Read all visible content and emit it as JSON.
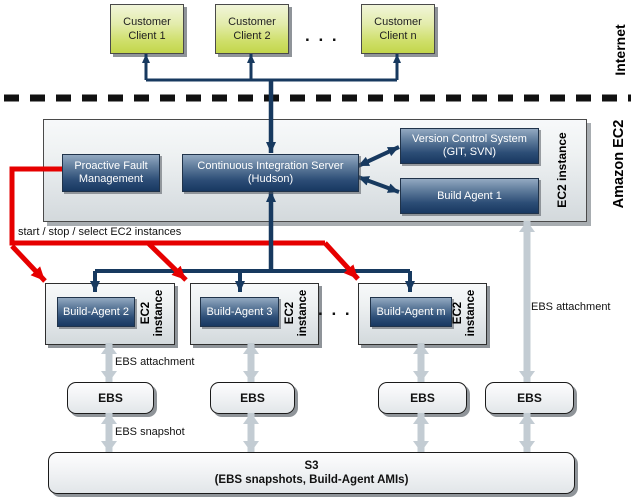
{
  "zones": {
    "internet_label": "Internet",
    "amazon_ec2_label": "Amazon EC2"
  },
  "customer_clients": [
    {
      "label": "Customer\nClient 1"
    },
    {
      "label": "Customer\nClient 2"
    },
    {
      "label": "Customer\nClient n"
    }
  ],
  "clients_ellipsis": ". . .",
  "ec2_main": {
    "proactive_fault_management": "Proactive Fault\nManagement",
    "ci_server": "Continuous Integration Server\n(Hudson)",
    "version_control": "Version Control System\n(GIT, SVN)",
    "build_agent_1": "Build Agent 1",
    "instance_label": "EC2 instance"
  },
  "red_annotation": "start / stop / select EC2 instances",
  "build_agents": [
    {
      "label": "Build-Agent 2",
      "instance_line1": "EC2",
      "instance_line2": "instance"
    },
    {
      "label": "Build-Agent 3",
      "instance_line1": "EC2",
      "instance_line2": "instance"
    },
    {
      "label": "Build-Agent m",
      "instance_line1": "EC2",
      "instance_line2": "instance"
    }
  ],
  "agents_ellipsis": ". . .",
  "ebs_boxes": [
    {
      "label": "EBS"
    },
    {
      "label": "EBS"
    },
    {
      "label": "EBS"
    },
    {
      "label": "EBS"
    }
  ],
  "annotations": {
    "ebs_attachment_left": "EBS attachment",
    "ebs_snapshot": "EBS snapshot",
    "ebs_attachment_right": "EBS attachment"
  },
  "s3": {
    "line1": "S3",
    "line2": "(EBS snapshots, Build-Agent AMIs)"
  },
  "colors": {
    "flow_navy": "#17395f",
    "control_red": "#e60000",
    "transfer_gray": "#c3ccd3",
    "client_green": "#c3d64b",
    "panel_gray": "#dde2e5",
    "dark_box_navy": "#183861"
  }
}
